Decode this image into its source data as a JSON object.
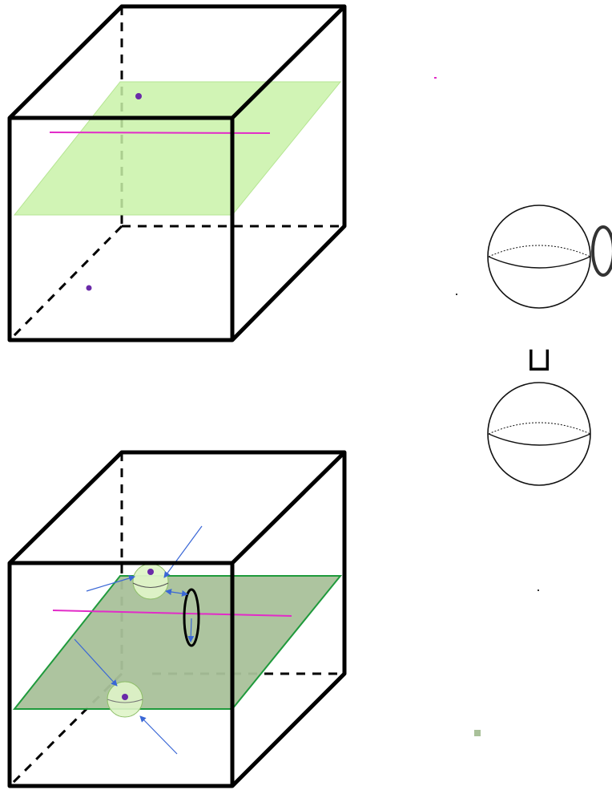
{
  "figure": {
    "symbols": {
      "disjoint_union": "⊔"
    },
    "colors": {
      "plane_light": "#c9f2a8",
      "plane_dark": "#a9c19a",
      "plane_dark_border": "#1f9a3c",
      "line": "#e22bc8",
      "point": "#6a2aa8",
      "arrow": "#3a67d6",
      "ball": "#dff4c8"
    },
    "panels": [
      {
        "name": "top-cube",
        "plane": "light",
        "points": 2,
        "line": true
      },
      {
        "name": "bottom-cube",
        "plane": "dark",
        "points": 2,
        "line": true,
        "balls": 2,
        "loop": true
      },
      {
        "name": "right-result",
        "items": [
          "sphere-with-ring",
          "disjoint-union-symbol",
          "sphere"
        ]
      }
    ]
  }
}
